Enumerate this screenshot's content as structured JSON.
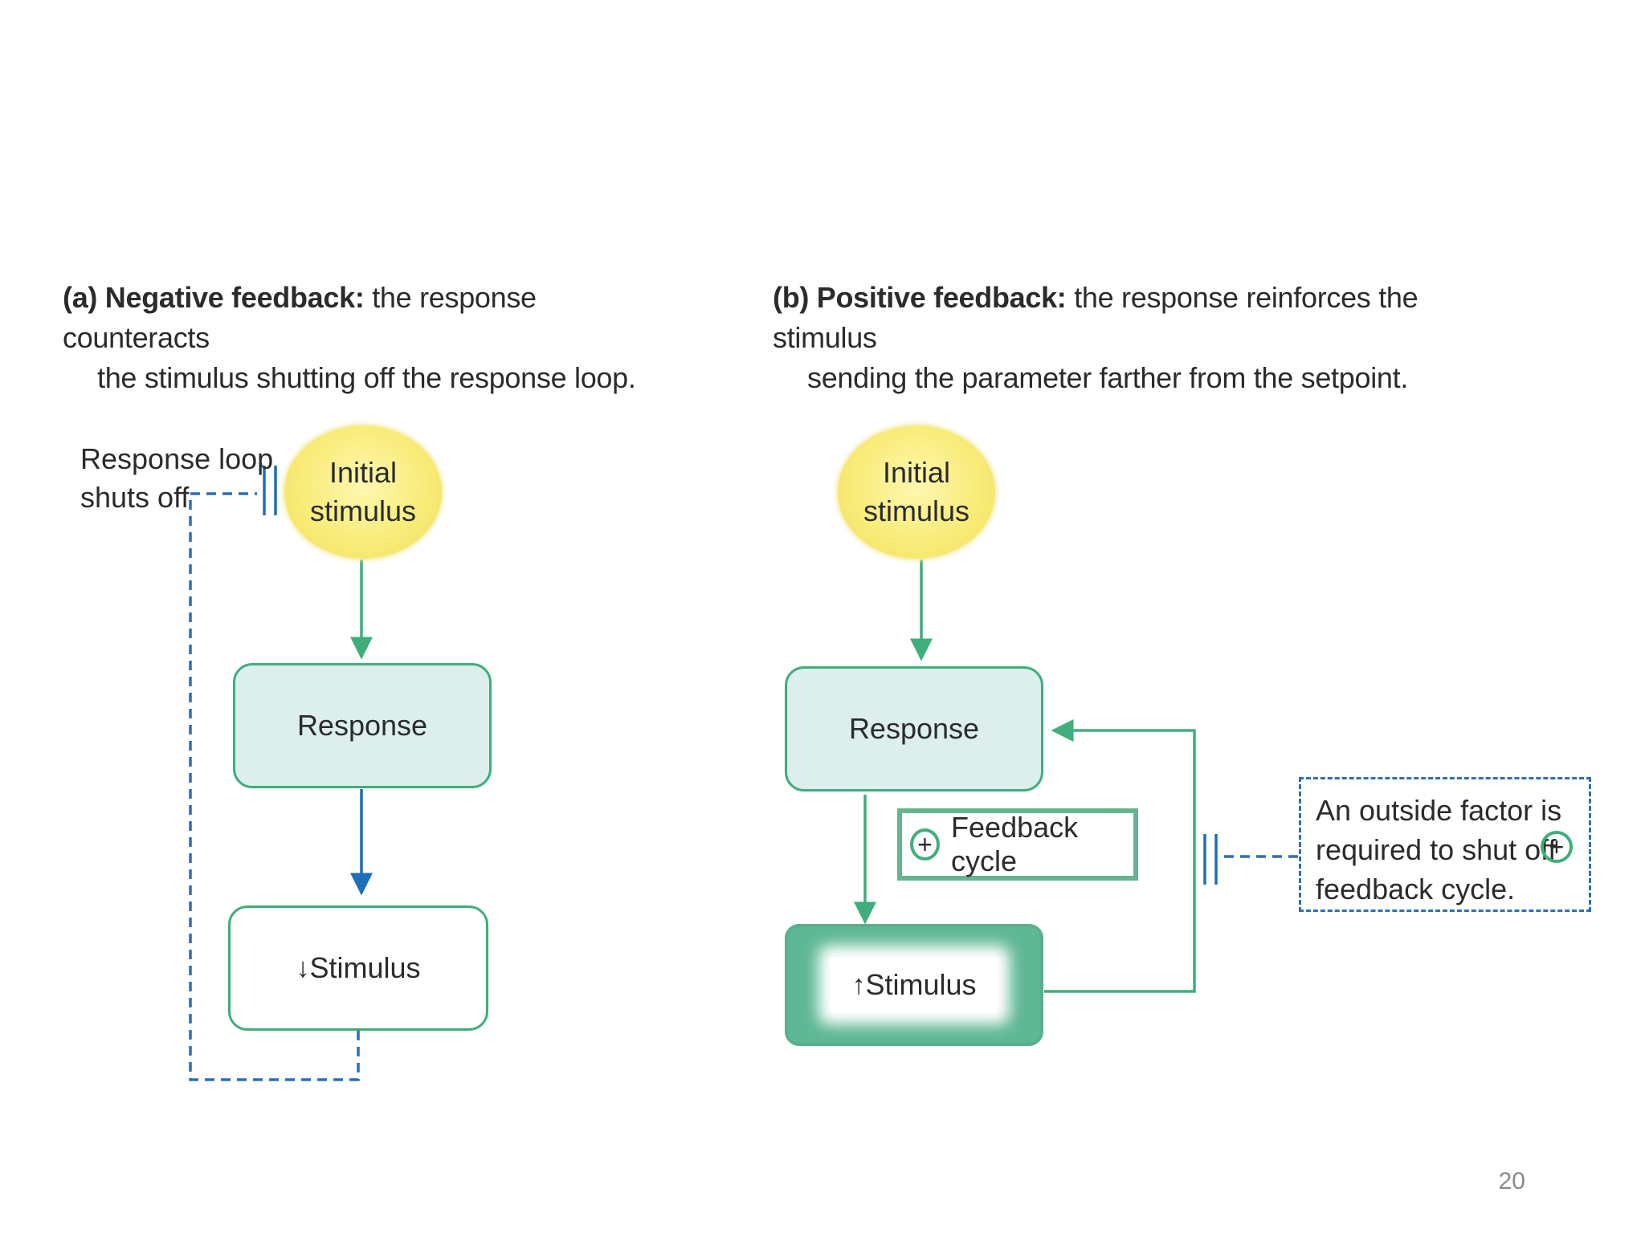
{
  "panel_a": {
    "title_prefix": "(a) Negative feedback:",
    "title_rest": " the response counteracts",
    "title_line2": "the stimulus shutting off the response loop.",
    "initial_stimulus_line1": "Initial",
    "initial_stimulus_line2": "stimulus",
    "response_label": "Response",
    "stimulus_label": "Stimulus",
    "side_label_line1": "Response loop",
    "side_label_line2": "shuts off"
  },
  "panel_b": {
    "title_prefix": "(b) Positive feedback:",
    "title_rest": " the response reinforces the stimulus",
    "title_line2": "sending the parameter farther from the setpoint.",
    "initial_stimulus_line1": "Initial",
    "initial_stimulus_line2": "stimulus",
    "response_label": "Response",
    "stimulus_label": "Stimulus",
    "feedback_cycle_label": "Feedback cycle",
    "outside_note_line1": "An outside factor is",
    "outside_note_line2": "required to shut off",
    "outside_note_line3": "feedback cycle."
  },
  "symbols": {
    "plus": "+",
    "down_arrow": "↓",
    "up_arrow": "↑"
  },
  "colors": {
    "green_arrow": "#3fae7b",
    "blue_arrow": "#1d6fb8",
    "dashed_blue": "#2d6fb6",
    "ellipse_yellow": "#f9ec7a",
    "box_fill": "#dcefec"
  },
  "page_number": "20"
}
